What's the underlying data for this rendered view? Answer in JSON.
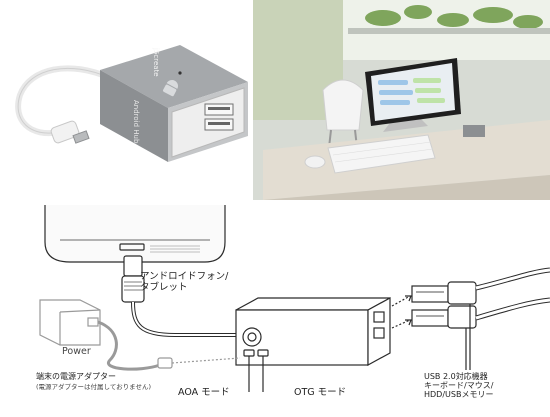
{
  "device": {
    "brand": "j5create",
    "model": "Android Hub"
  },
  "tablet_screen": {
    "chat_bubbles": 6
  },
  "labels": {
    "phone_tablet": "アンドロイドフォン/\nタブレット",
    "power": "Power",
    "adapter": "端末の電源アダプター",
    "adapter_note": "(電源アダプターは付属しておりません)",
    "aoa_mode": "AOA モード",
    "otg_mode": "OTG モード",
    "usb_devices": "USB 2.0対応機器\nキーボード/マウス/\nHDD/USBメモリー"
  },
  "colors": {
    "hub_gray": "#8c8f92",
    "hub_dark": "#6f7276",
    "port_white": "#f4f4f4",
    "line_art": "#2b2b2b",
    "wall_green": "#c9d3b8",
    "desk_wood": "#e3ddd2"
  }
}
